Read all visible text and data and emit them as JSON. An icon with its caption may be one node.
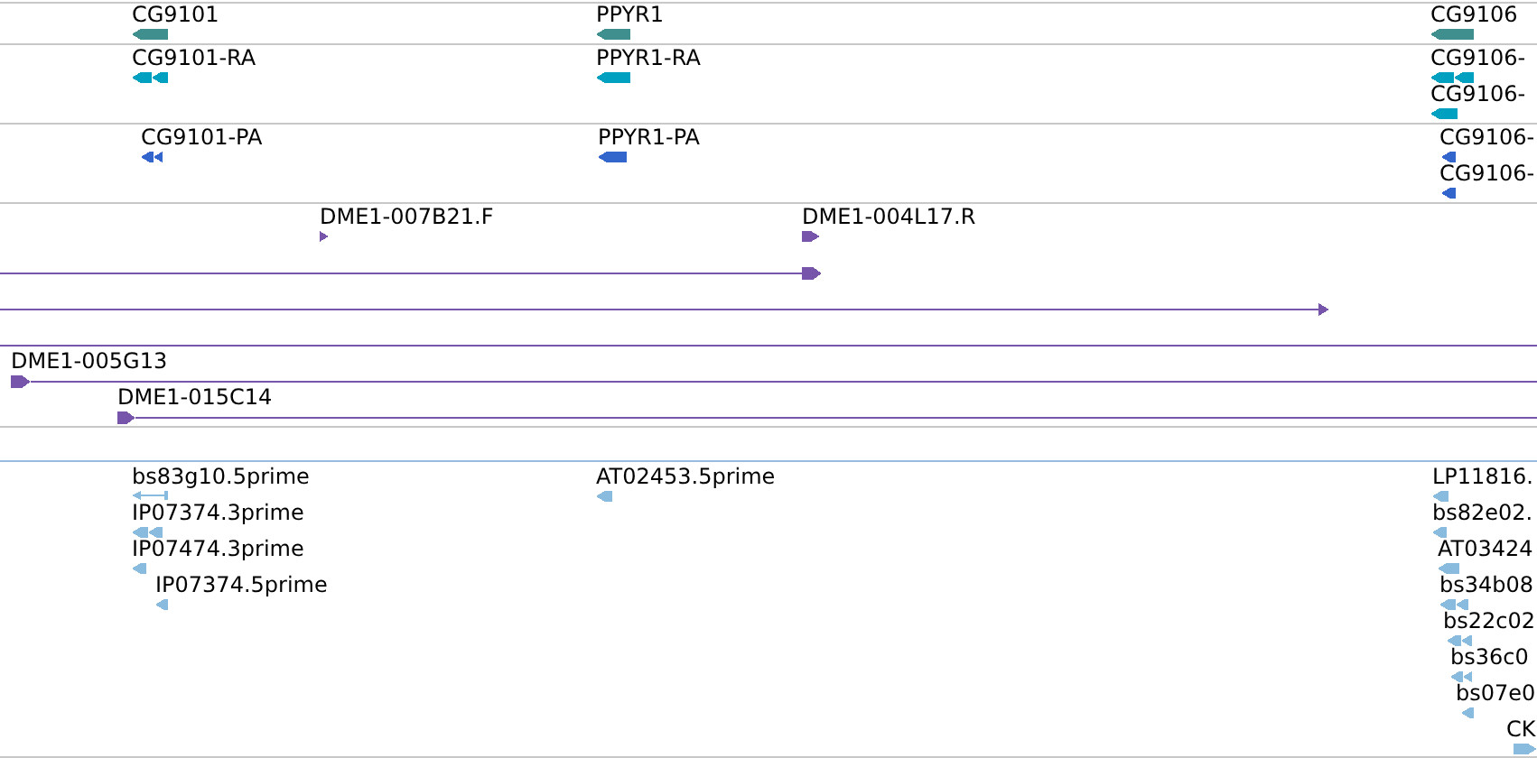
{
  "diagram": {
    "labels": [
      "CG9101",
      "PPYR1",
      "CG9106",
      "CG9101-RA",
      "PPYR1-RA",
      "CG9106-",
      "CG9106-",
      "CG9101-PA",
      "PPYR1-PA",
      "CG9106-",
      "CG9106-",
      "DME1-007B21.F",
      "DME1-004L17.R",
      "DME1-005G13",
      "DME1-015C14",
      "bs83g10.5prime",
      "AT02453.5prime",
      "LP11816.",
      "IP07374.3prime",
      "bs82e02.",
      "IP07474.3prime",
      "AT03424",
      "IP07374.5prime",
      "bs34b08",
      "bs22c02",
      "bs36c0",
      "bs07e0",
      "CK"
    ]
  }
}
